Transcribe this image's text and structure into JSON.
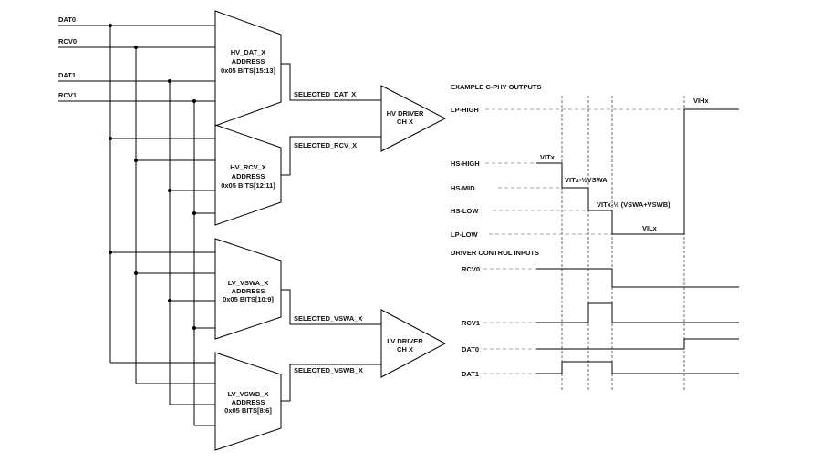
{
  "inputs": {
    "dat0": "DAT0",
    "rcv0": "RCV0",
    "dat1": "DAT1",
    "rcv1": "RCV1"
  },
  "muxes": {
    "hv_dat": {
      "title": "HV_DAT_X",
      "sub": "ADDRESS",
      "bits": "0x05 BITS[15:13]"
    },
    "hv_rcv": {
      "title": "HV_RCV_X",
      "sub": "ADDRESS",
      "bits": "0x05 BITS[12:11]"
    },
    "lv_vswa": {
      "title": "LV_VSWA_X",
      "sub": "ADDRESS",
      "bits": "0x05 BITS[10:9]"
    },
    "lv_vswb": {
      "title": "LV_VSWB_X",
      "sub": "ADDRESS",
      "bits": "0x05 BITS[8:6]"
    }
  },
  "selected": {
    "dat": "SELECTED_DAT_X",
    "rcv": "SELECTED_RCV_X",
    "vswa": "SELECTED_VSWA_X",
    "vswb": "SELECTED_VSWB_X"
  },
  "drivers": {
    "hv": {
      "line1": "HV DRIVER",
      "line2": "CH X"
    },
    "lv": {
      "line1": "LV DRIVER",
      "line2": "CH X"
    }
  },
  "timing": {
    "outputs_title": "EXAMPLE C-PHY OUTPUTS",
    "levels": {
      "lp_high": "LP-HIGH",
      "hs_high": "HS-HIGH",
      "hs_mid": "HS-MID",
      "hs_low": "HS-LOW",
      "lp_low": "LP-LOW"
    },
    "annotations": {
      "vihx": "VIHx",
      "vitx": "VITx",
      "vitx_half_vswa": "VITx-½VSWA",
      "vitx_half_sum": "VITx-½ (VSWA+VSWB)",
      "vilx": "VILx"
    },
    "inputs_title": "DRIVER CONTROL INPUTS",
    "control": {
      "rcv0": "RCV0",
      "rcv1": "RCV1",
      "dat0": "DAT0",
      "dat1": "DAT1"
    }
  }
}
